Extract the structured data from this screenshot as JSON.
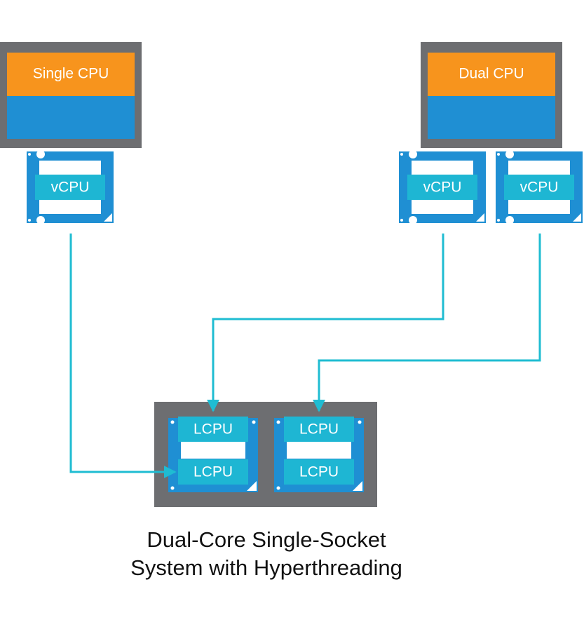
{
  "vms": [
    {
      "title": "Single CPU",
      "vcpus": [
        "vCPU"
      ]
    },
    {
      "title": "Dual CPU",
      "vcpus": [
        "vCPU",
        "vCPU"
      ]
    }
  ],
  "host": {
    "cores": [
      {
        "threads": [
          "LCPU",
          "LCPU"
        ]
      },
      {
        "threads": [
          "LCPU",
          "LCPU"
        ]
      }
    ],
    "caption_line1": "Dual-Core Single-Socket",
    "caption_line2": "System with Hyperthreading"
  },
  "colors": {
    "vm_frame": "#6d6e71",
    "orange": "#f7941d",
    "blue": "#1f8fd3",
    "teal": "#1eb6d3",
    "arrow": "#1fbcd2",
    "white": "#ffffff"
  }
}
